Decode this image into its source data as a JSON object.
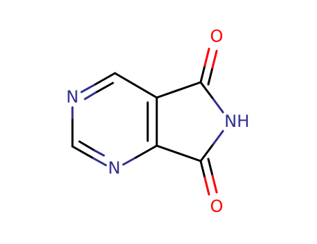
{
  "molecule": {
    "atoms": {
      "n1": {
        "label": "N",
        "color": "#2e2e8f"
      },
      "n2": {
        "label": "N",
        "color": "#2e2e8f"
      },
      "nh": {
        "label": "NH",
        "color": "#2e2e8f"
      },
      "o1": {
        "label": "O",
        "color": "#ff0000"
      },
      "o2": {
        "label": "O",
        "color": "#ff0000"
      }
    },
    "colors": {
      "carbon_bond": "#000000",
      "nitrogen": "#2e2e8f",
      "oxygen": "#ff0000"
    }
  }
}
